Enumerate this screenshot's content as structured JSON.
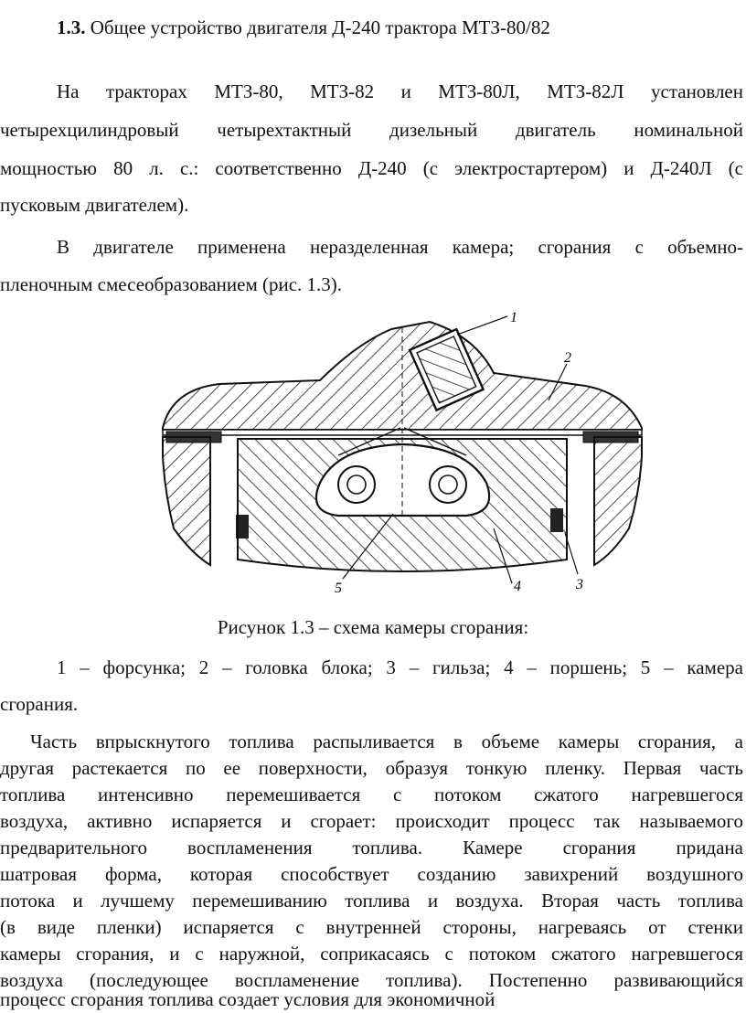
{
  "heading": {
    "num": "1.3.",
    "title": "Общее устройство двигателя Д-240 трактора МТЗ-80/82"
  },
  "p1": [
    "На тракторах МТЗ-80, МТЗ-82 и МТЗ-80Л, МТЗ-82Л установлен",
    "четырехцилиндровый четырехтактный дизельный двигатель номинальной",
    "мощностью 80 л. с.: соответственно Д-240 (с электростартером) и Д-240Л (с",
    "пусковым двигателем)."
  ],
  "p2": [
    "В двигателе применена неразделенная камера; сгорания с объемно-",
    "пленочным смесеобразованием (рис. 1.3)."
  ],
  "figure": {
    "labels": [
      "1",
      "2",
      "3",
      "4",
      "5"
    ],
    "caption": "Рисунок 1.3 – схема камеры сгорания:",
    "legend": [
      "1 – форсунка; 2 – головка блока; 3 – гильза; 4 – поршень; 5 – камера",
      "сгорания."
    ]
  },
  "p3": [
    "Часть впрыскнутого топлива распыливается в объеме камеры сгорания, а",
    "другая растекается по ее поверхности, образуя тонкую пленку. Первая часть",
    "топлива интенсивно перемешивается с потоком сжатого нагревшегося",
    "воздуха, активно испаряется и сгорает: происходит процесс так называемого",
    "предварительного воспламенения топлива. Камере сгорания придана",
    "шатровая форма, которая способствует созданию завихрений воздушного",
    "потока и лучшему перемешиванию топлива и воздуха. Вторая часть топлива",
    "(в виде пленки) испаряется с внутренней стороны, нагреваясь от стенки",
    "камеры сгорания, и с наружной, соприкасаясь с потоком сжатого нагревшегося",
    "воздуха (последующее воспламенение топлива). Постепенно развивающийся",
    "процесс сгорания топлива создает условия для экономичной"
  ]
}
